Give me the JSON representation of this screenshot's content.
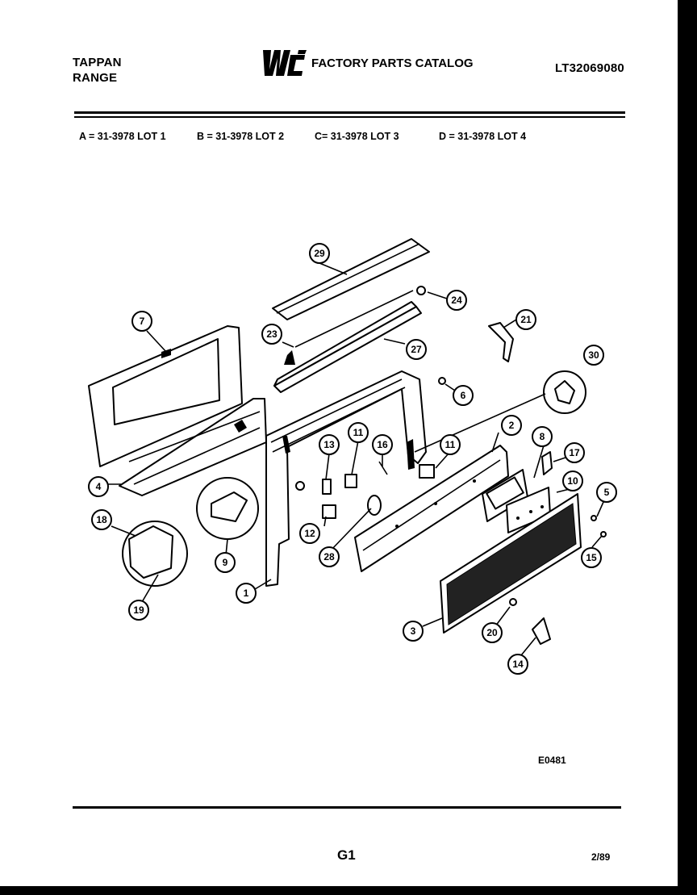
{
  "header": {
    "brand_line1": "TAPPAN",
    "brand_line2": "RANGE",
    "catalog_title": "FACTORY PARTS CATALOG",
    "model_number": "LT32069080"
  },
  "lots": [
    {
      "label": "A = 31-3978 LOT 1"
    },
    {
      "label": "B = 31-3978 LOT 2"
    },
    {
      "label": "C= 31-3978  LOT 3"
    },
    {
      "label": "D = 31-3978 LOT 4"
    }
  ],
  "callouts": [
    "29",
    "24",
    "7",
    "23",
    "27",
    "21",
    "30",
    "6",
    "13",
    "11",
    "16",
    "11",
    "2",
    "8",
    "17",
    "4",
    "5",
    "10",
    "18",
    "12",
    "28",
    "9",
    "15",
    "1",
    "19",
    "3",
    "20",
    "14"
  ],
  "footer": {
    "drawing_code": "E0481",
    "page": "G1",
    "date": "2/89"
  },
  "colors": {
    "ink": "#000000",
    "paper": "#ffffff",
    "border": "#000000"
  }
}
